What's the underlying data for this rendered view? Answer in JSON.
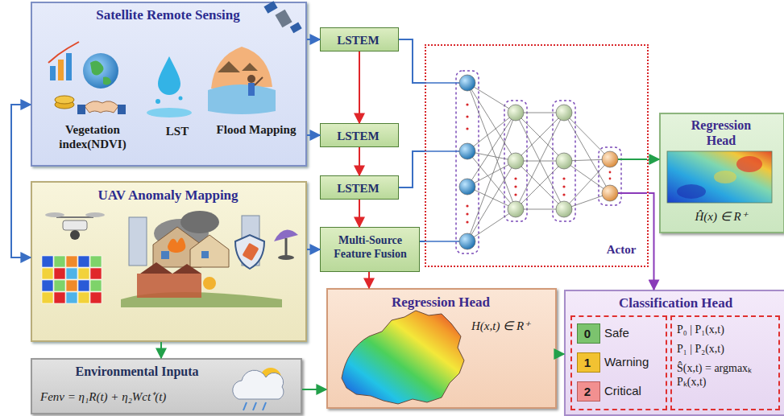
{
  "diagram": {
    "nodes": [
      {
        "text": [
          "Satellite Remote Sensing",
          "Vegetation index(NDVI)",
          "LST",
          "Flood Mapping"
        ]
      },
      {
        "text": [
          "LSTEM"
        ]
      },
      {
        "text": [
          "LSTEM"
        ]
      },
      {
        "text": [
          "LSTEM"
        ]
      },
      {
        "text": [
          "UAV Anomaly Mapping"
        ]
      },
      {
        "text": [
          "Multi-Source Feature Fusion"
        ]
      },
      {
        "text": [
          "Actor"
        ]
      },
      {
        "text": [
          "Regression Head",
          "Ĥ(x) ∈ R⁺"
        ]
      },
      {
        "text": [
          "Environmental Inputa",
          "Fenv = η₁R(t) + η₂Wct⁺(t)"
        ]
      },
      {
        "text": [
          "Regression Head",
          "H(x,t) ∈ R⁺"
        ]
      },
      {
        "text": [
          "Classification Head"
        ]
      },
      {
        "text": [
          "Safe",
          "Warning",
          "Critical"
        ],
        "in": 10
      },
      {
        "text": [
          "0"
        ],
        "in": 11
      },
      {
        "text": [
          "1"
        ],
        "in": 11
      },
      {
        "text": [
          "2"
        ],
        "in": 11
      },
      {
        "text": [
          "P₀ | P₁(x,t)",
          "P₁ | P₂(x,t)",
          "Ŝ(x,t) = argmaxₖ Pₖ(x,t)"
        ],
        "in": 10
      }
    ],
    "edges": [
      {
        "from": 0,
        "to": 1,
        "arrow": "to"
      },
      {
        "from": 0,
        "to": 2,
        "arrow": "to"
      },
      {
        "from": 1,
        "to": 2,
        "arrow": "to"
      },
      {
        "from": 2,
        "to": 3,
        "arrow": "to"
      },
      {
        "from": 3,
        "to": 5,
        "arrow": "to"
      },
      {
        "from": 5,
        "to": 9,
        "arrow": "to"
      },
      {
        "from": 4,
        "to": 5,
        "arrow": "to"
      },
      {
        "from": 4,
        "to": 8,
        "arrow": "to"
      },
      {
        "from": 8,
        "to": 9,
        "arrow": "to"
      },
      {
        "from": 9,
        "to": 10,
        "arrow": "to"
      },
      {
        "from": 6,
        "to": 7,
        "arrow": "to"
      },
      {
        "from": 6,
        "to": 10,
        "arrow": "to"
      },
      {
        "from": 0,
        "to": 4,
        "arrow": "both"
      },
      {
        "from": 1,
        "to": 6,
        "arrow": "none"
      },
      {
        "from": 3,
        "to": 6,
        "arrow": "none"
      },
      {
        "from": 5,
        "to": 6,
        "arrow": "none"
      }
    ]
  }
}
